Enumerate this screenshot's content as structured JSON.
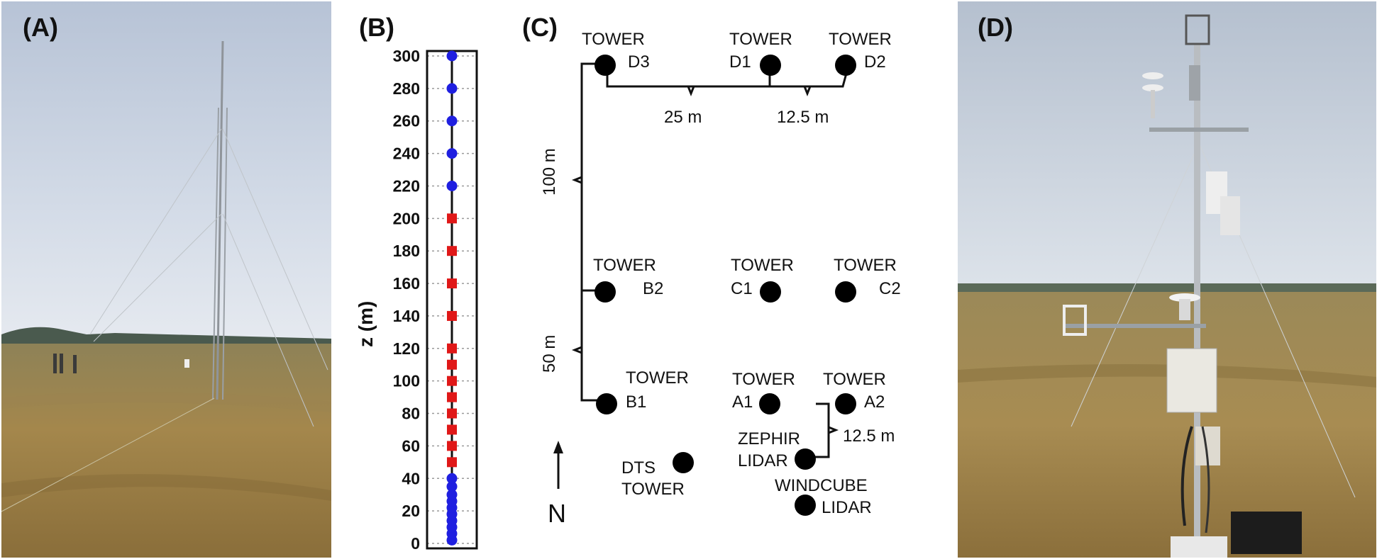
{
  "panels": {
    "a": {
      "label": "(A)"
    },
    "b": {
      "label": "(B)"
    },
    "c": {
      "label": "(C)"
    },
    "d": {
      "label": "(D)"
    }
  },
  "chart_data": {
    "type": "scatter",
    "ylabel": "z (m)",
    "ylim": [
      0,
      300
    ],
    "yticks": [
      0,
      20,
      40,
      60,
      80,
      100,
      120,
      140,
      160,
      180,
      200,
      220,
      240,
      260,
      280,
      300
    ],
    "grid": true,
    "series": [
      {
        "marker": "circle",
        "color": "#1f1fe0",
        "values": [
          2,
          6,
          10,
          14,
          18,
          22,
          26,
          30,
          35,
          40,
          220,
          240,
          260,
          280,
          300
        ]
      },
      {
        "marker": "square",
        "color": "#e01818",
        "values": [
          50,
          60,
          70,
          80,
          90,
          100,
          110,
          120,
          140,
          160,
          180,
          200
        ]
      }
    ]
  },
  "layout": {
    "north_label": "N",
    "towers": {
      "d3": [
        "TOWER",
        "D3"
      ],
      "d1": [
        "TOWER",
        "D1"
      ],
      "d2": [
        "TOWER",
        "D2"
      ],
      "b2": [
        "TOWER",
        "B2"
      ],
      "c1": [
        "TOWER",
        "C1"
      ],
      "c2": [
        "TOWER",
        "C2"
      ],
      "b1": [
        "TOWER",
        "B1"
      ],
      "a1": [
        "TOWER",
        "A1"
      ],
      "a2": [
        "TOWER",
        "A2"
      ],
      "dts": [
        "DTS",
        "TOWER"
      ],
      "zephir": [
        "ZEPHIR",
        "LIDAR"
      ],
      "windcube": [
        "WINDCUBE",
        "LIDAR"
      ]
    },
    "distances": {
      "d3_d1": "25 m",
      "d1_d2": "12.5 m",
      "d_b": "100 m",
      "b_b": "50 m",
      "a1_a2": "12.5 m"
    }
  },
  "colors": {
    "sky": "#c9d4e2",
    "grass": "#a58d55",
    "blue_marker": "#1f1fe0",
    "red_marker": "#e01818"
  }
}
